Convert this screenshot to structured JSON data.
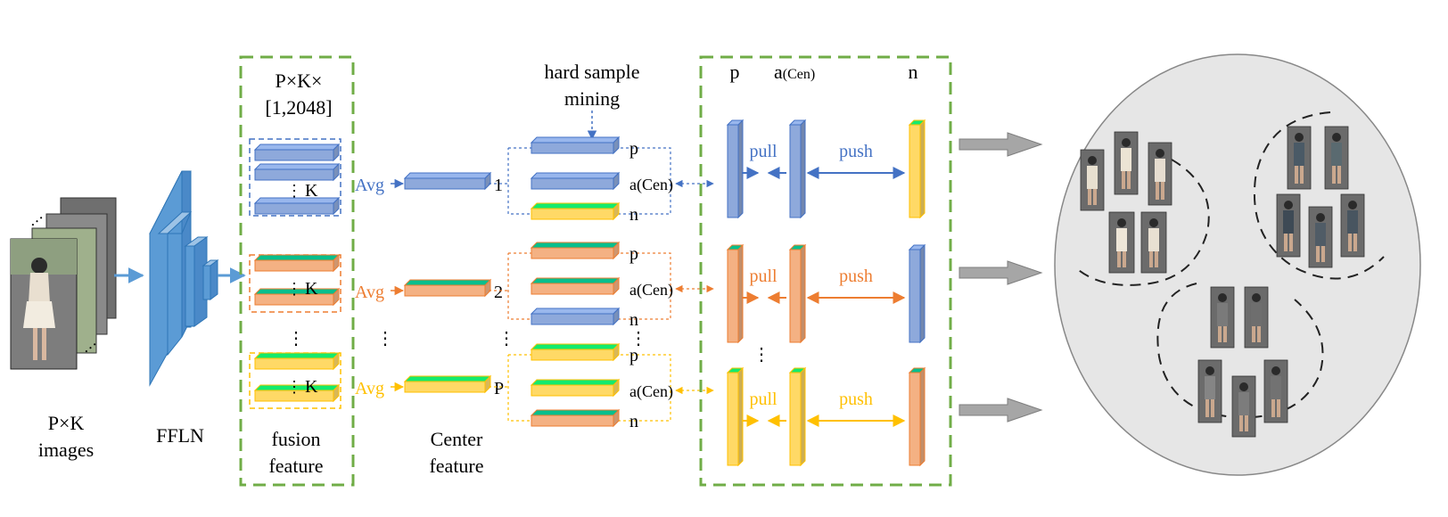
{
  "colors": {
    "blue": "#4472C4",
    "blue_fill": "#8EA9DB",
    "orange": "#ED7D31",
    "orange_fill": "#F4B183",
    "yellow": "#FFC000",
    "yellow_fill": "#FFD966",
    "green_dash": "#70AD47",
    "net_blue": "#5B9BD5",
    "gray_arrow": "#A6A6A6",
    "ellipse_fill": "#E6E6E6"
  },
  "images": {
    "label_line1": "P×K",
    "label_line2": "images",
    "ellipsis": "…"
  },
  "network": {
    "label": "FFLN"
  },
  "fusion": {
    "dims_line1": "P×K×",
    "dims_line2": "[1,2048]",
    "k": "K",
    "vdots": "⋮",
    "label_line1": "fusion",
    "label_line2": "feature"
  },
  "avg": {
    "label": "Avg"
  },
  "center": {
    "label_line1": "Center",
    "label_line2": "feature",
    "indices": [
      "1",
      "2",
      "P"
    ],
    "vdots": "⋮"
  },
  "mining": {
    "label_line1": "hard sample",
    "label_line2": "mining",
    "row_labels": [
      "p",
      "a(Cen)",
      "n"
    ],
    "vdots": "⋮"
  },
  "loss": {
    "header_p": "p",
    "header_a": "a",
    "header_a_small": "(Cen)",
    "header_n": "n",
    "pull": "pull",
    "push": "push",
    "vdots": "⋮"
  }
}
